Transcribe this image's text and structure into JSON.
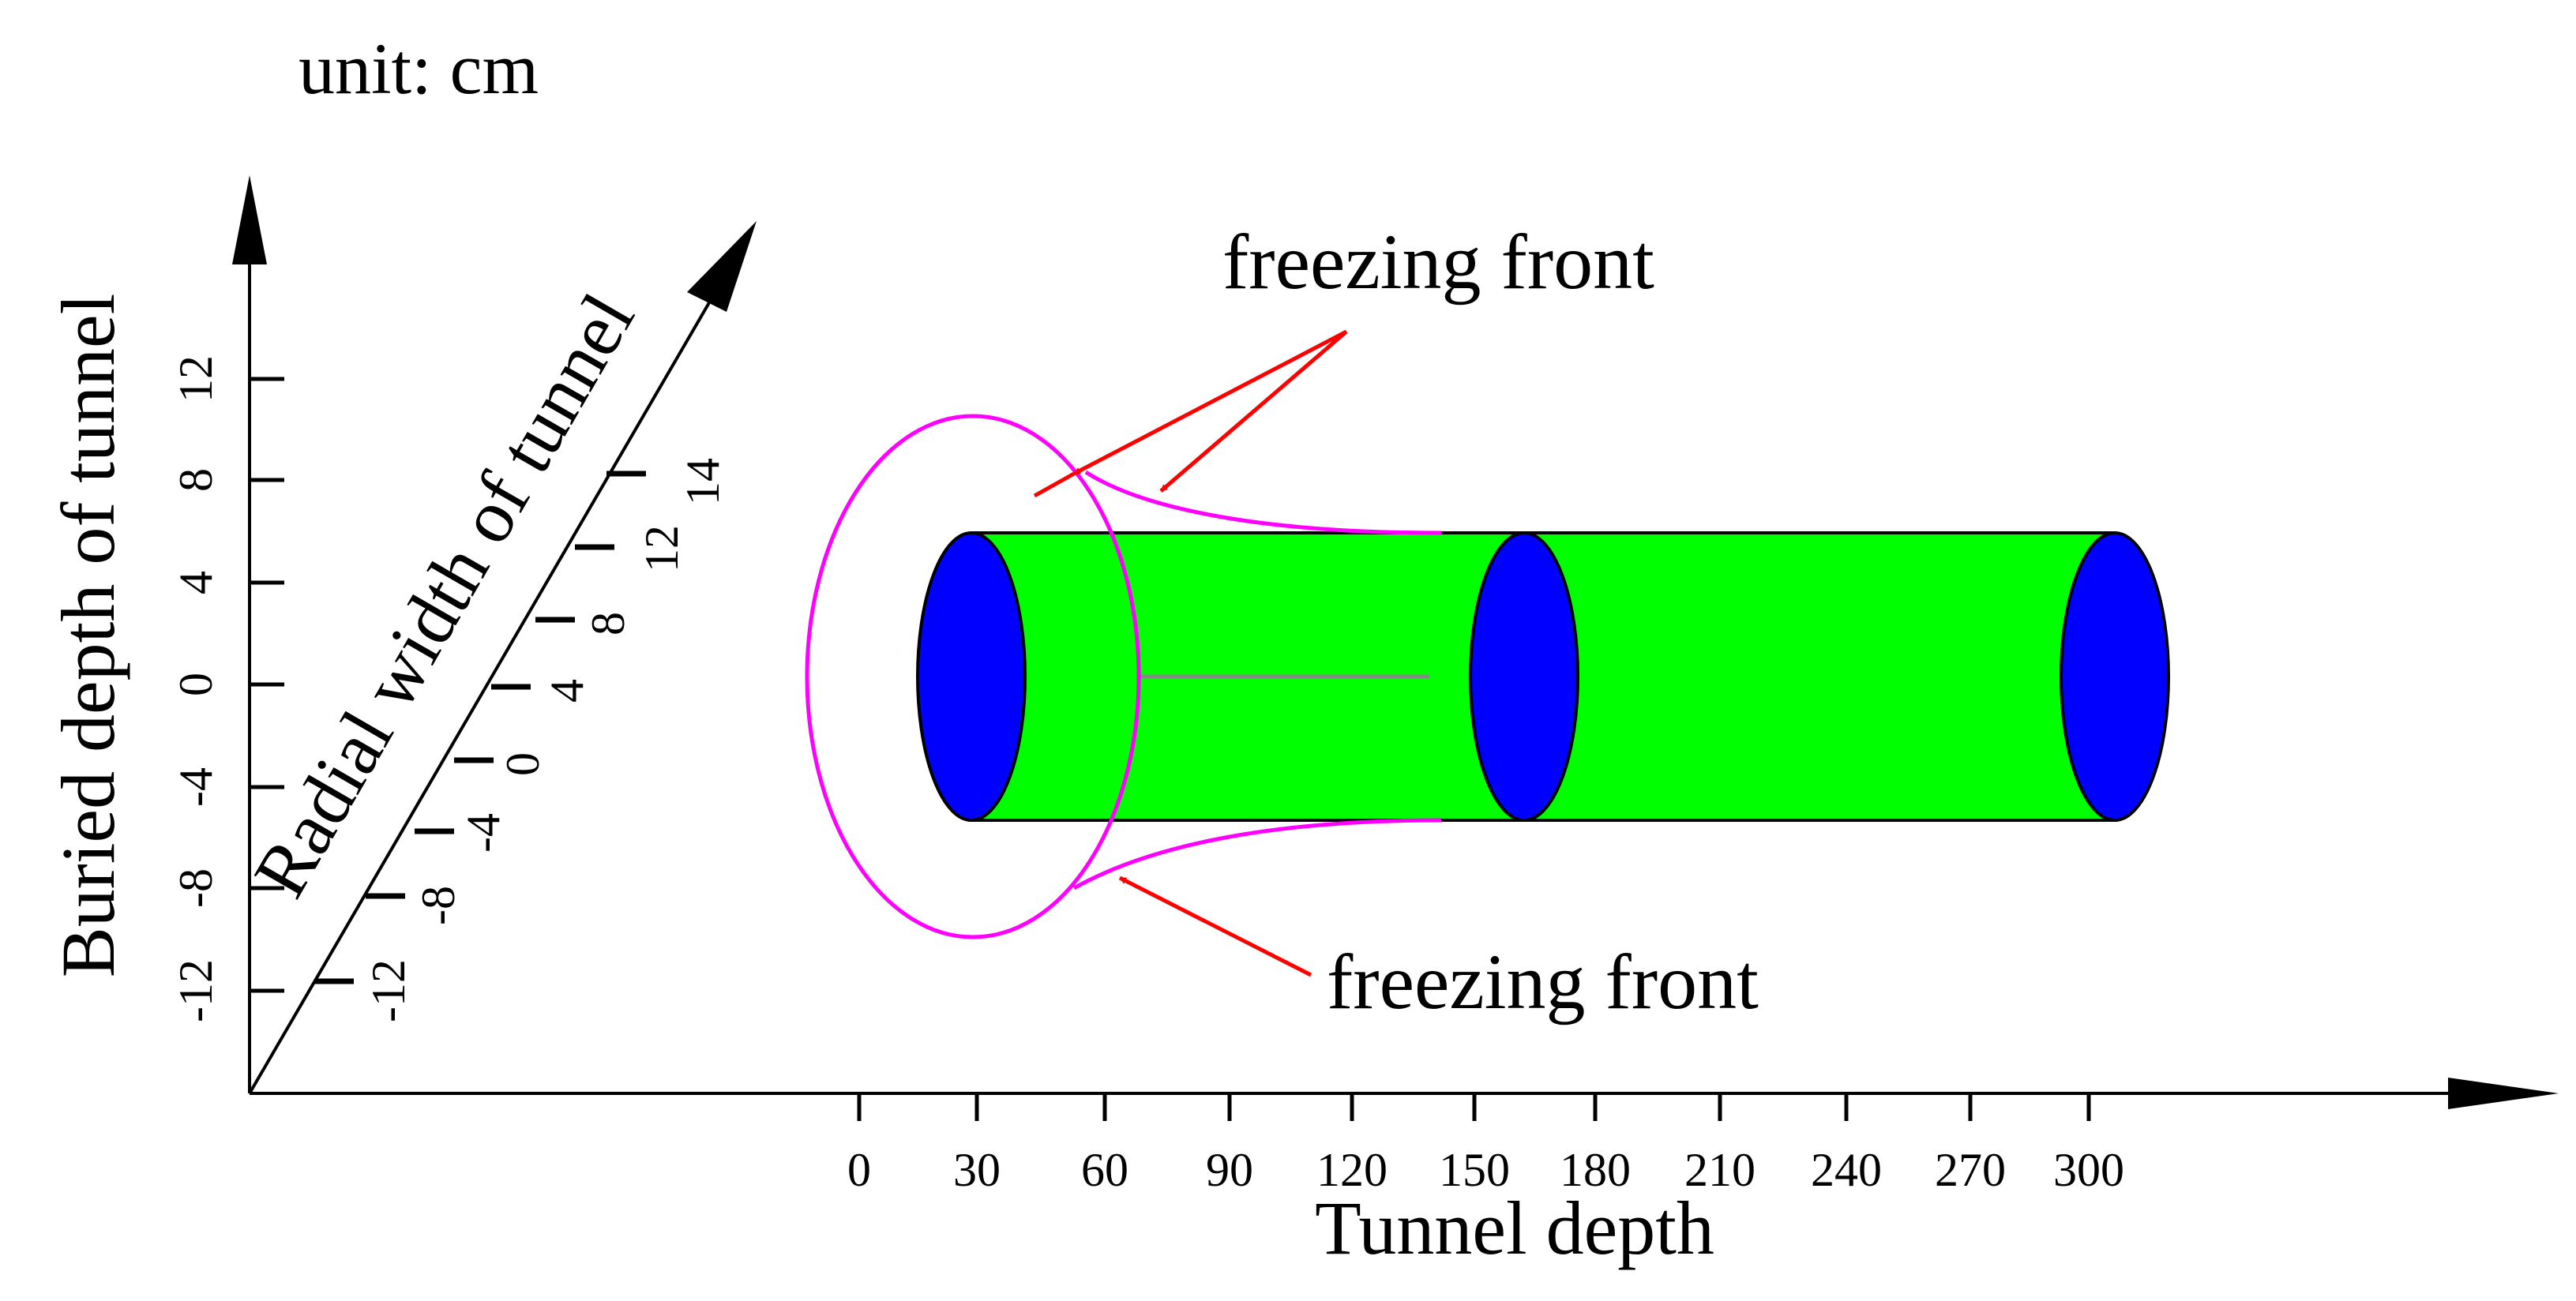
{
  "unit_label": "unit: cm",
  "axes": {
    "vertical": {
      "title": "Buried depth of tunnel",
      "ticks": [
        "-12",
        "-8",
        "-4",
        "0",
        "4",
        "8",
        "12"
      ]
    },
    "radial": {
      "title": "Radial width of tunnel",
      "ticks": [
        "-12",
        "-8",
        "-4",
        "0",
        "4",
        "8",
        "12",
        "14"
      ]
    },
    "horizontal": {
      "title": "Tunnel depth",
      "ticks": [
        "0",
        "30",
        "60",
        "90",
        "120",
        "150",
        "180",
        "210",
        "240",
        "270",
        "300"
      ]
    }
  },
  "annotations": {
    "top": "freezing front",
    "bottom": "freezing front"
  },
  "colors": {
    "tunnel_body": "#00ff00",
    "tunnel_section": "#0000ff",
    "freezing_front": "#ff00ff",
    "arrow": "#ff0000",
    "axis": "#000000"
  }
}
